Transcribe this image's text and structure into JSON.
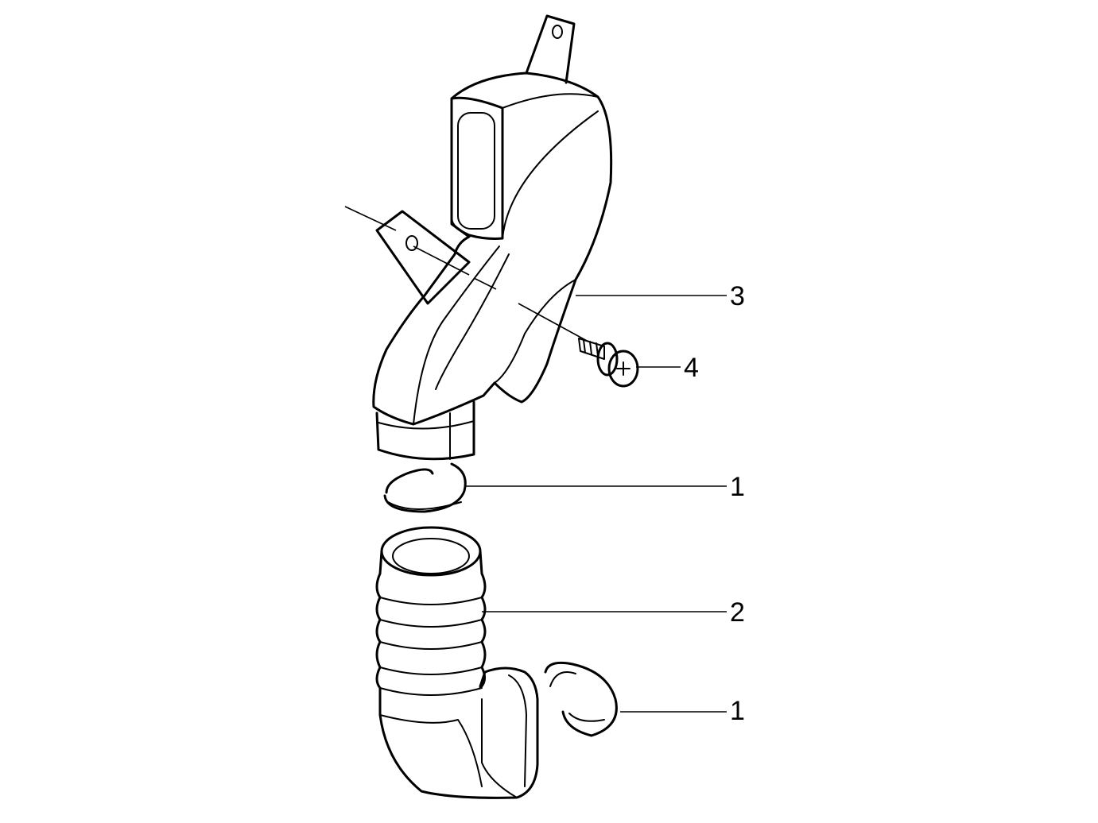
{
  "callouts": [
    {
      "id": "3",
      "label": "3"
    },
    {
      "id": "4",
      "label": "4"
    },
    {
      "id": "1a",
      "label": "1"
    },
    {
      "id": "2",
      "label": "2"
    },
    {
      "id": "1b",
      "label": "1"
    }
  ],
  "colors": {
    "line": "#000000",
    "background": "#ffffff"
  }
}
